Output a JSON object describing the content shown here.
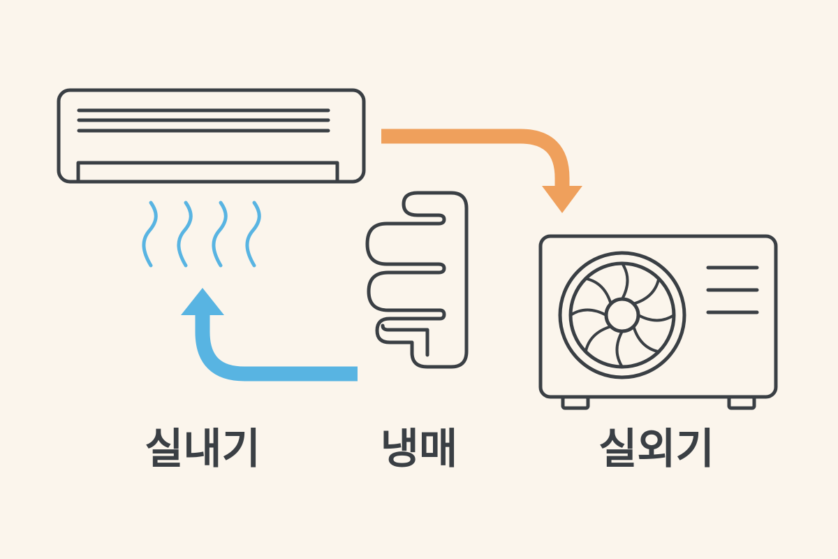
{
  "labels": {
    "indoor_unit": "실내기",
    "refrigerant": "냉매",
    "outdoor_unit": "실외기"
  },
  "colors": {
    "background": "#fbf5ec",
    "outline": "#3a3f44",
    "cold_air": "#58b4e2",
    "hot_flow": "#efa05c"
  },
  "icons": {
    "indoor_unit": "wall-mounted-air-conditioner-icon",
    "cold_air": "wavy-air-lines-icon",
    "refrigerant": "coil-pipe-icon",
    "outdoor_unit": "outdoor-condenser-fan-icon",
    "hot_arrow": "curved-arrow-down-icon",
    "cold_arrow": "curved-arrow-up-icon"
  }
}
